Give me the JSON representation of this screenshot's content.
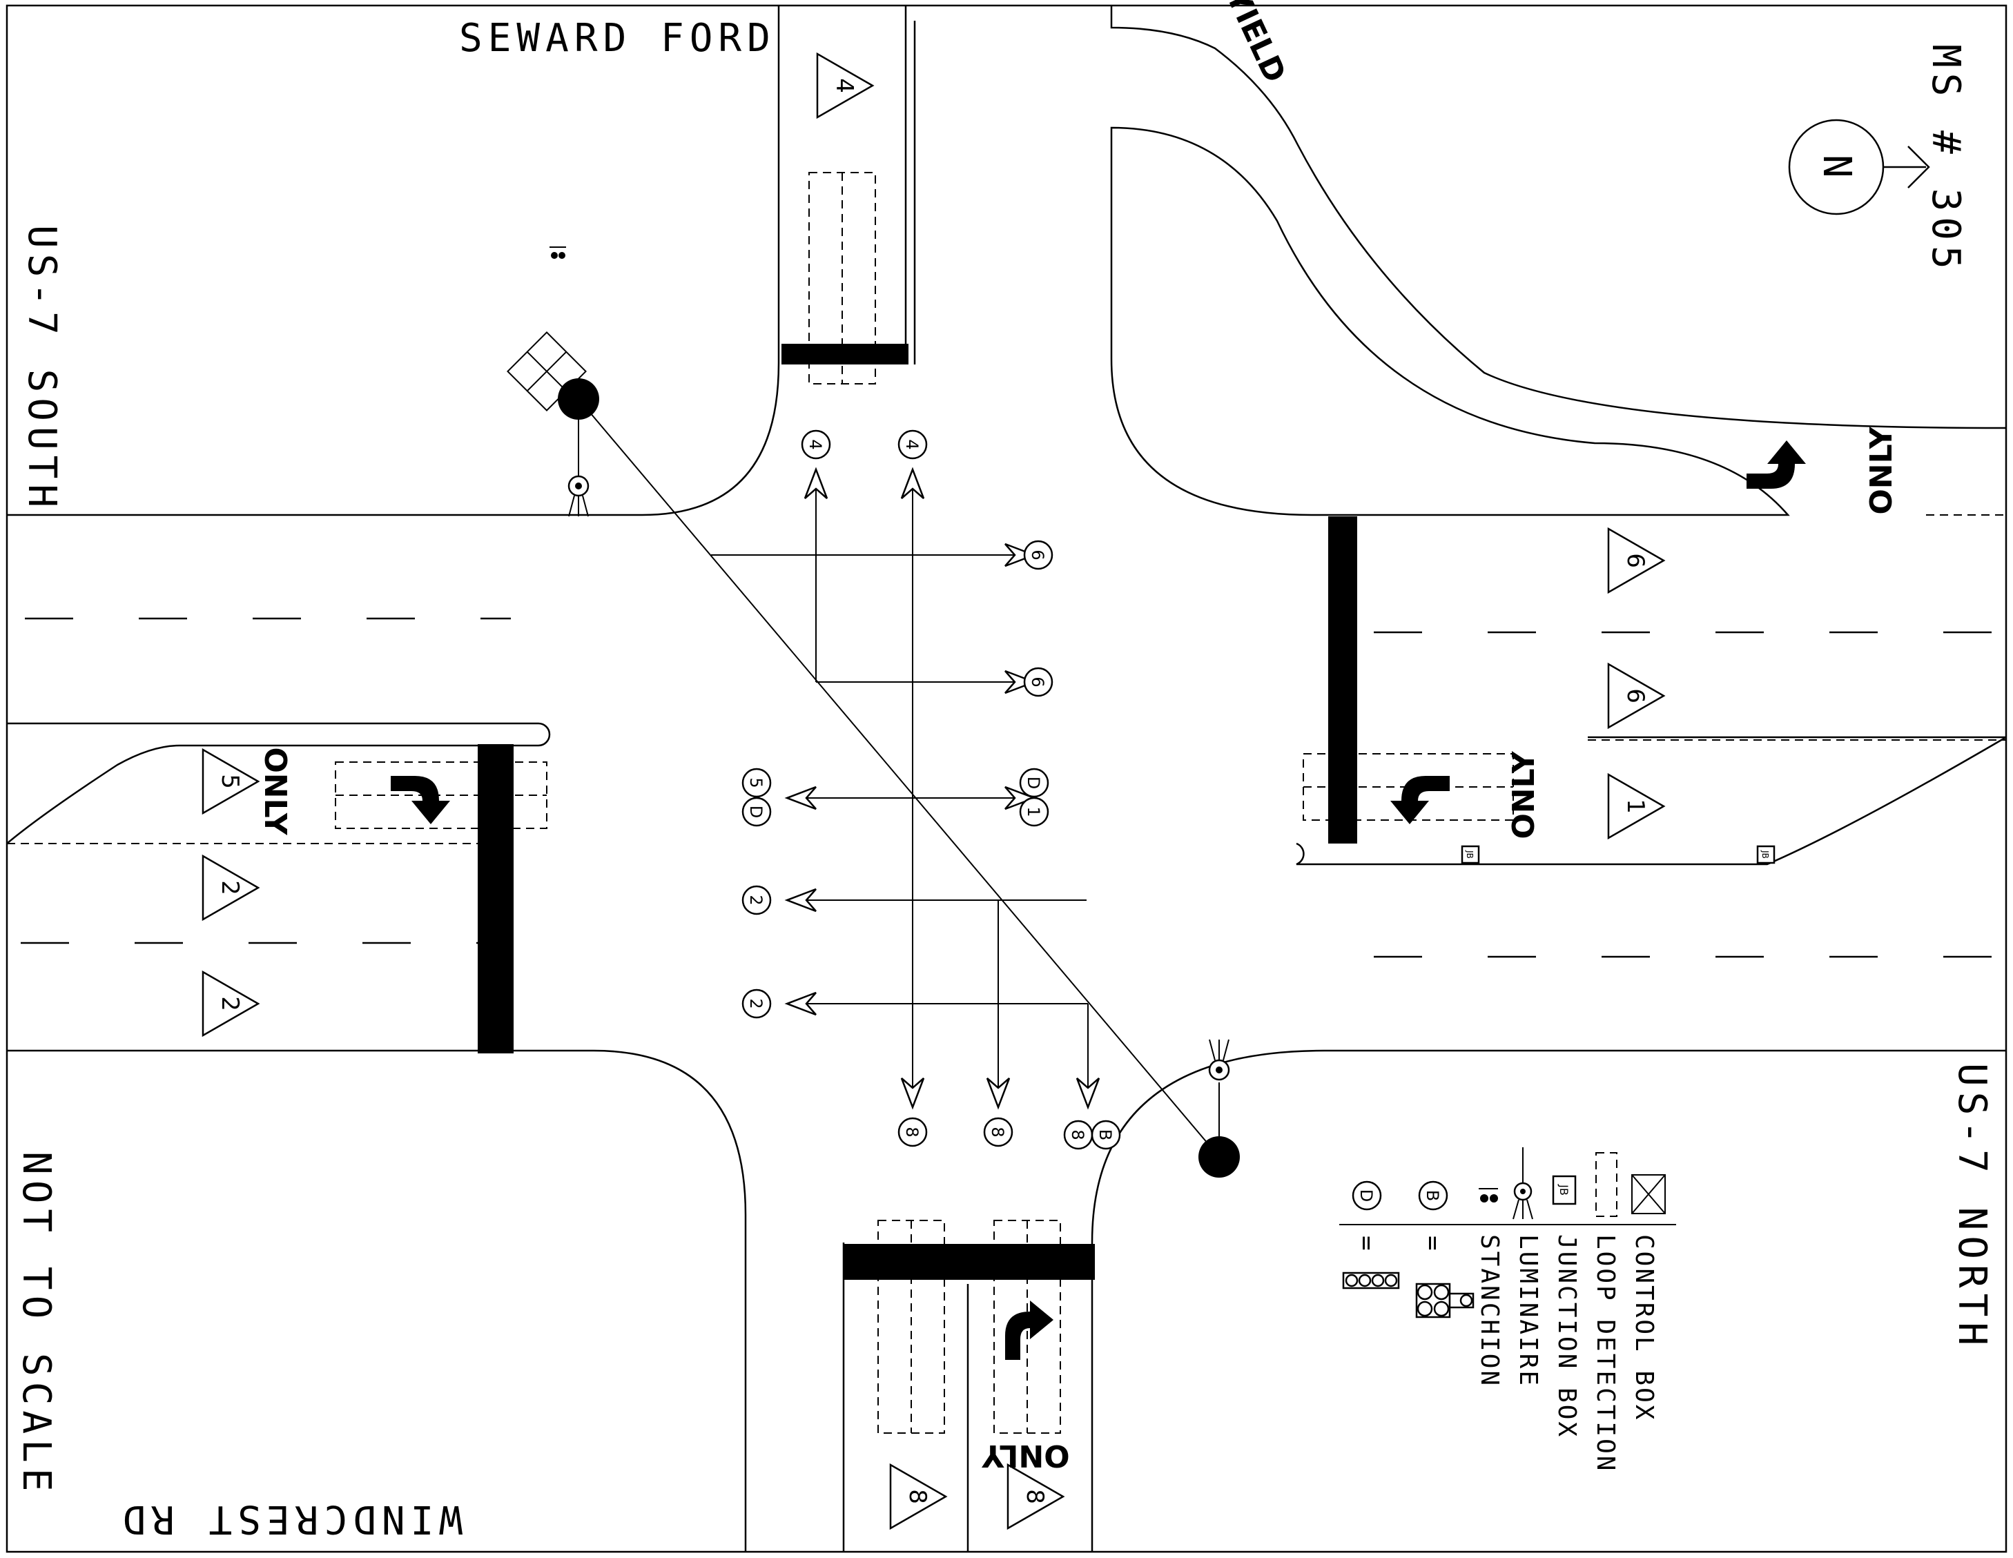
{
  "streets": {
    "north": "SEWARD FORD",
    "south": "WINDCREST RD",
    "west": "US-7 SOUTH",
    "east": "US-7 NORTH"
  },
  "site_id": "MS # 305",
  "north_arrow_letter": "N",
  "scale_note": "NOT TO SCALE",
  "pavement_markings": {
    "only": "ONLY",
    "yield": "YIELD"
  },
  "phase_triangles": [
    "4",
    "6",
    "6",
    "1",
    "5",
    "2",
    "2",
    "8",
    "8"
  ],
  "movement_labels": {
    "nb_left": "4",
    "nb_through": "4",
    "eb_upper": "6",
    "eb_lower": "6",
    "east_center": "D",
    "east_center_2": "1",
    "west_center": "5",
    "west_center_2": "D",
    "wb_upper": "2",
    "wb_lower": "2",
    "sb_1": "8",
    "sb_2": "8",
    "sb_3a": "8",
    "sb_3b": "B"
  },
  "junction_box": "JB",
  "legend": {
    "control_box": "CONTROL BOX",
    "loop_detection": "LOOP DETECTION",
    "junction_box": "JUNCTION BOX",
    "luminaire": "LUMINAIRE",
    "stanchion": "STANCHION",
    "b_symbol": "B",
    "d_symbol": "D",
    "equals": "="
  }
}
